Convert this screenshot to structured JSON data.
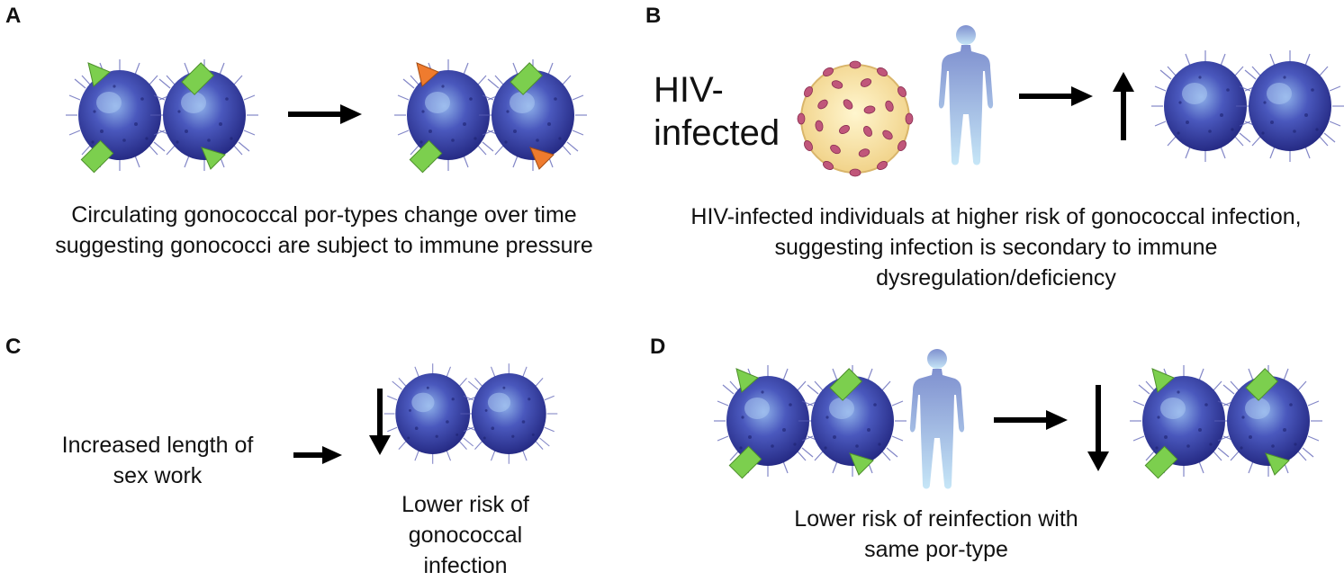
{
  "panels": {
    "a": {
      "letter": "A",
      "caption_lines": [
        "Circulating gonococcal por-types change over time",
        "suggesting gonococci are subject to immune pressure"
      ]
    },
    "b": {
      "letter": "B",
      "label_lines": [
        "HIV-",
        "infected"
      ],
      "caption_lines": [
        "HIV-infected individuals at higher risk of gonococcal infection,",
        "suggesting infection is secondary to immune",
        "dysregulation/deficiency"
      ]
    },
    "c": {
      "letter": "C",
      "left_lines": [
        "Increased length of",
        "sex work"
      ],
      "caption_lines": [
        "Lower risk of",
        "gonococcal",
        "infection"
      ]
    },
    "d": {
      "letter": "D",
      "caption_lines": [
        "Lower risk of reinfection with",
        "same por-type"
      ]
    }
  },
  "colors": {
    "bacterium": "#3b3fa8",
    "bacterium_light": "#6f8ad8",
    "marker_green": "#7ccf4e",
    "marker_orange": "#ef7b2e",
    "human_top": "#7f90cf",
    "human_bottom": "#bfe2f6",
    "virus_body": "#f6e3a0",
    "virus_spike": "#c0567a"
  },
  "icons": [
    "gonococcus-diplococcus-icon",
    "human-figure-icon",
    "hiv-virion-icon",
    "arrow-icon"
  ]
}
